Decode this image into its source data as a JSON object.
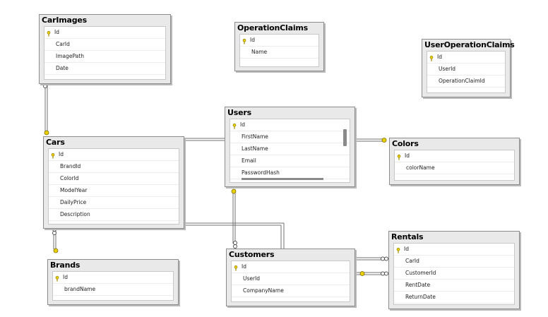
{
  "tables": {
    "carimages": {
      "name": "CarImages",
      "columns": [
        "Id",
        "CarId",
        "ImagePath",
        "Date"
      ]
    },
    "operationclaims": {
      "name": "OperationClaims",
      "columns": [
        "Id",
        "Name"
      ]
    },
    "useroperationclaims": {
      "name": "UserOperationClaims",
      "columns": [
        "Id",
        "UserId",
        "OperationClaimId"
      ]
    },
    "users": {
      "name": "Users",
      "columns": [
        "Id",
        "FirstName",
        "LastName",
        "Email",
        "PasswordHash"
      ]
    },
    "colors": {
      "name": "Colors",
      "columns": [
        "Id",
        "colorName"
      ]
    },
    "cars": {
      "name": "Cars",
      "columns": [
        "Id",
        "BrandId",
        "ColorId",
        "ModelYear",
        "DailyPrice",
        "Description"
      ]
    },
    "brands": {
      "name": "Brands",
      "columns": [
        "Id",
        "brandName"
      ]
    },
    "customers": {
      "name": "Customers",
      "columns": [
        "Id",
        "UserId",
        "CompanyName"
      ]
    },
    "rentals": {
      "name": "Rentals",
      "columns": [
        "Id",
        "CarId",
        "CustomerId",
        "RentDate",
        "ReturnDate"
      ]
    }
  },
  "colors": {
    "key": "#e0c800",
    "line": "#606060",
    "table_bg": "#e9e9e9"
  }
}
